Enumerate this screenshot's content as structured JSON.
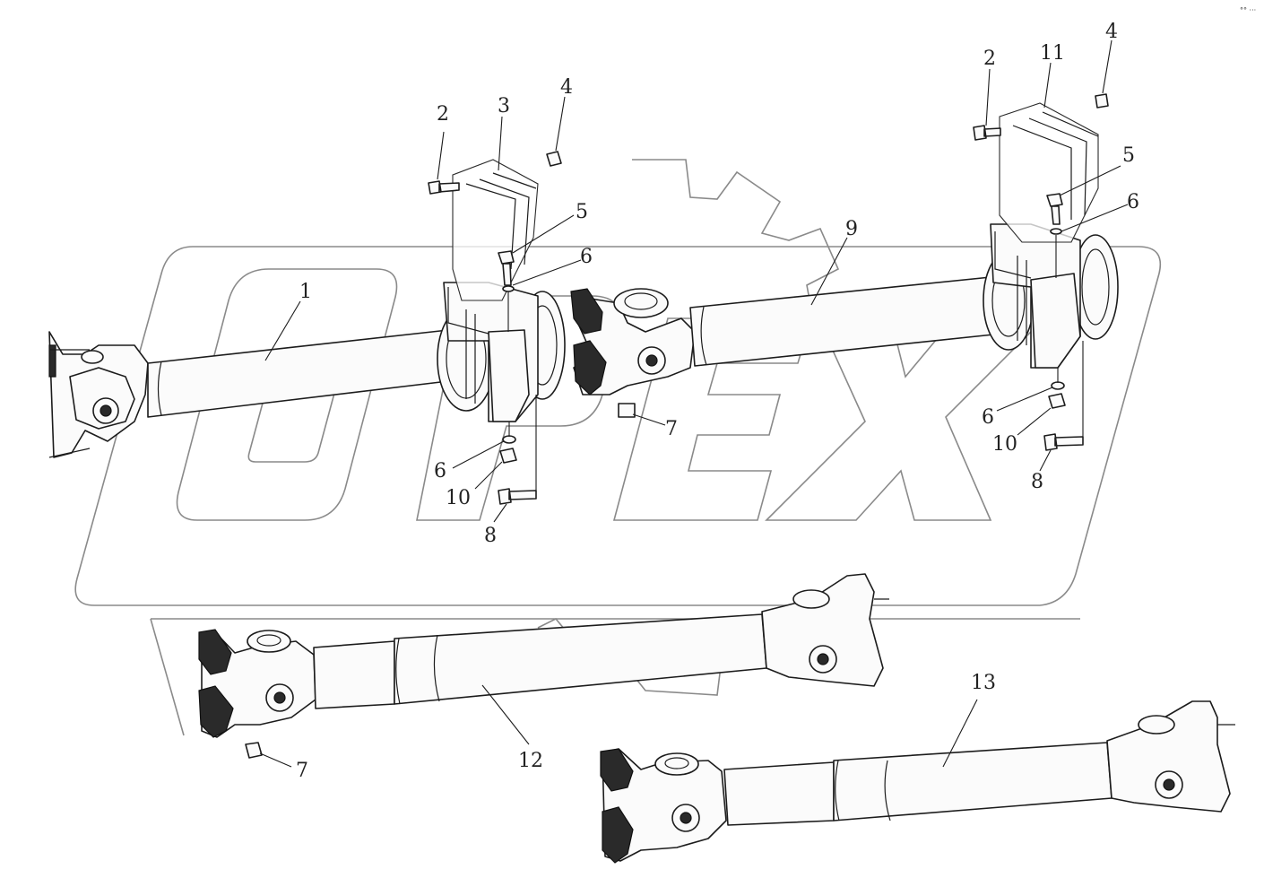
{
  "corner_mark": "°° ···",
  "watermark": {
    "text": "OPEX",
    "decoration": "gear-outline"
  },
  "callouts": {
    "c1": "1",
    "c2a": "2",
    "c3": "3",
    "c4a": "4",
    "c5a": "5",
    "c6a": "6",
    "c6b": "6",
    "c10a": "10",
    "c8a": "8",
    "c7a": "7",
    "c9": "9",
    "c2b": "2",
    "c11": "11",
    "c4b": "4",
    "c5b": "5",
    "c6c": "6",
    "c6d": "6",
    "c10b": "10",
    "c8b": "8",
    "c12": "12",
    "c7b": "7",
    "c13": "13"
  }
}
